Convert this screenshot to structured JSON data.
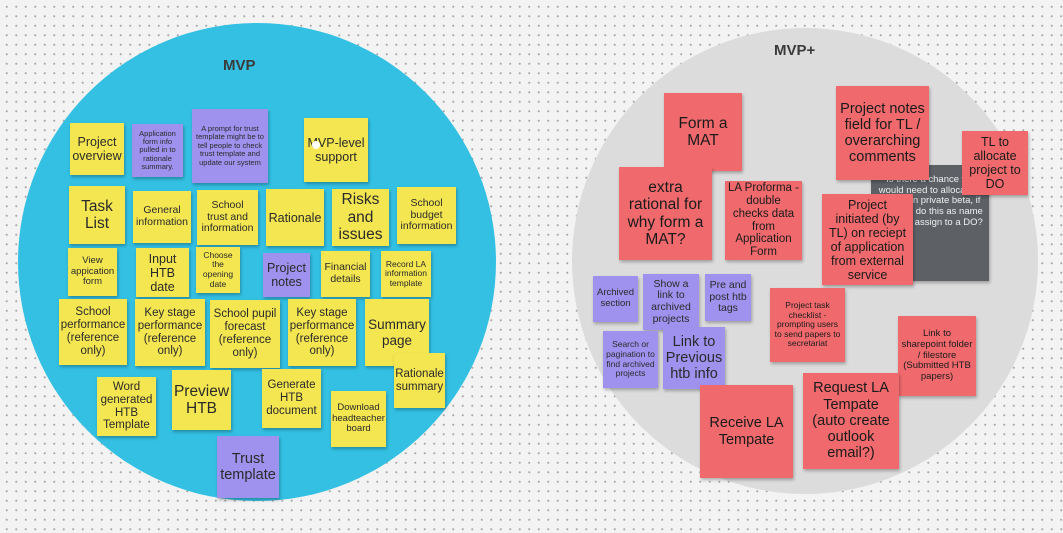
{
  "board": {
    "mvp": {
      "title": "MVP",
      "notes": [
        "Project overview",
        "Application form info pulled in to rationale summary.",
        "A prompt for trust template might be to tell people to check trust template and update our system",
        "MVP-level support",
        "Task List",
        "General information",
        "School trust and information",
        "Rationale",
        "Risks and issues",
        "School budget information",
        "View appication form",
        "Input HTB date",
        "Choose the opening date",
        "Project notes",
        "Financial details",
        "Record LA information template",
        "School performance (reference only)",
        "Key stage performance (reference only)",
        "School pupil forecast (reference only)",
        "Key stage performance (reference only)",
        "Summary page",
        "Rationale summary",
        "Word generated HTB Template",
        "Preview HTB",
        "Generate HTB document",
        "Download headteacher board",
        "Trust template"
      ]
    },
    "mvp_plus": {
      "title": "MVP+",
      "notes": [
        "Form a MAT",
        "Project notes field for TL / overarching comments",
        "TL to allocate project to DO",
        "Is there a chance we would need to allocate a project in private beta, if so Abi G do this as name was she assign to a DO?",
        "extra rational for why form a MAT?",
        "LA Proforma - double checks data from Application Form",
        "Project initiated (by TL) on reciept of application from external service",
        "Archived section",
        "Show a link to archived projects",
        "Pre and post htb tags",
        "Project task checklist - prompting users to send papers to secretariat",
        "Search or pagination to find archived projects",
        "Link to Previous htb info",
        "Link to sharepoint folder / filestore (Submitted HTB papers)",
        "Receive LA Tempate",
        "Request LA Tempate (auto create outlook email?)"
      ]
    }
  }
}
